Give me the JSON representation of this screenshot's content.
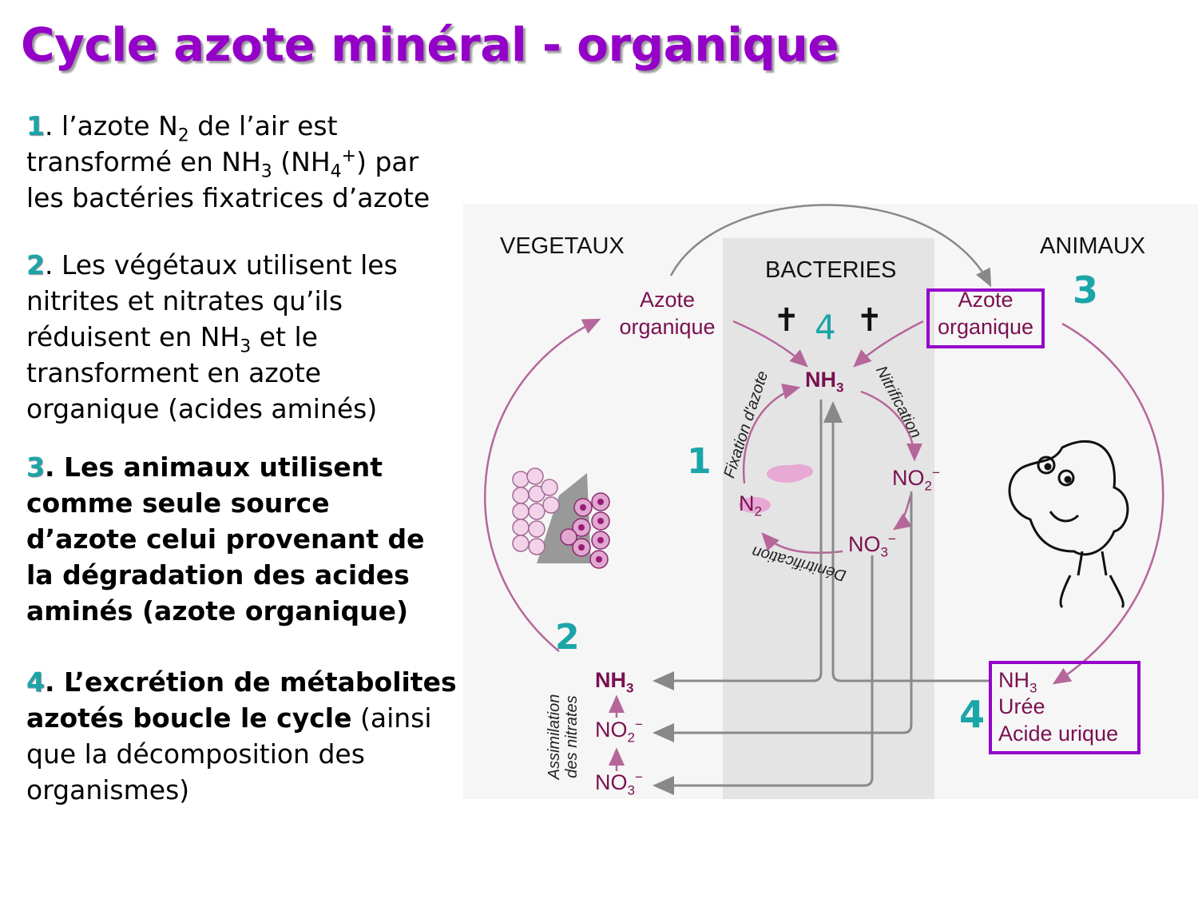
{
  "title": "Cycle azote minéral - organique",
  "paragraphs": [
    {
      "lines": [
        [
          {
            "t": "1",
            "num": true
          },
          {
            "t": ". l’azote N"
          },
          {
            "t": "2",
            "sub": true
          },
          {
            "t": " de l’air est"
          }
        ],
        [
          {
            "t": "transformé en NH"
          },
          {
            "t": "3",
            "sub": true
          },
          {
            "t": " (NH"
          },
          {
            "t": "4",
            "sub": true
          },
          {
            "t": "+",
            "sup": true
          },
          {
            "t": ") par"
          }
        ],
        [
          {
            "t": "les bactéries fixatrices d’azote"
          }
        ]
      ]
    },
    {
      "lines": [
        [
          {
            "t": "2",
            "num": true
          },
          {
            "t": ". Les végétaux utilisent les"
          }
        ],
        [
          {
            "t": "nitrites et nitrates qu’ils"
          }
        ],
        [
          {
            "t": "réduisent en NH"
          },
          {
            "t": "3",
            "sub": true
          },
          {
            "t": " et le"
          }
        ],
        [
          {
            "t": "transforment en azote"
          }
        ],
        [
          {
            "t": "organique (acides aminés)"
          }
        ]
      ]
    },
    {
      "lines": [
        [
          {
            "t": "3",
            "num": true
          },
          {
            "t": ". Les animaux utilisent",
            "b": true
          }
        ],
        [
          {
            "t": "comme seule source",
            "b": true
          }
        ],
        [
          {
            "t": "d’azote celui provenant de",
            "b": true
          }
        ],
        [
          {
            "t": "la dégradation des acides",
            "b": true
          }
        ],
        [
          {
            "t": "aminés (azote organique)",
            "b": true
          }
        ]
      ]
    },
    {
      "lines": [
        [
          {
            "t": "4",
            "num": true
          },
          {
            "t": ". L’excrétion de métabolites",
            "b": true
          }
        ],
        [
          {
            "t": "azotés boucle le cycle",
            "b": true
          },
          {
            "t": " (ainsi"
          }
        ],
        [
          {
            "t": "que la décomposition des"
          }
        ],
        [
          {
            "t": "organismes)"
          }
        ]
      ]
    }
  ],
  "diagram": {
    "vegetaux": "VEGETAUX",
    "bacteries": "BACTERIES",
    "animaux": "ANIMAUX",
    "azote_organique_vegetal": [
      "Azote",
      "organique"
    ],
    "azote_organique_animal": [
      "Azote",
      "organique"
    ],
    "nh3": "NH",
    "n2": "N",
    "no2": "NO",
    "no3": "NO",
    "fixation": "Fixation d'azote",
    "nitrification": "Nitrification",
    "denitrification": "Dénitrification",
    "assimilation": [
      "Assimilation",
      "des nitrates"
    ],
    "excretion": [
      "Urée",
      "Acide urique"
    ],
    "sub2": "2",
    "sub3": "3",
    "minus": "−",
    "cross": "✝",
    "markers": {
      "m1": "1",
      "m2": "2",
      "m3": "3",
      "m4a": "4",
      "m4b": "4"
    }
  },
  "colors": {
    "title": "#9400c8",
    "teal": "#1ba5a8",
    "magenta": "#7a1050",
    "arrow_pink": "#b5679a",
    "highlight_box": "#9400c8"
  }
}
